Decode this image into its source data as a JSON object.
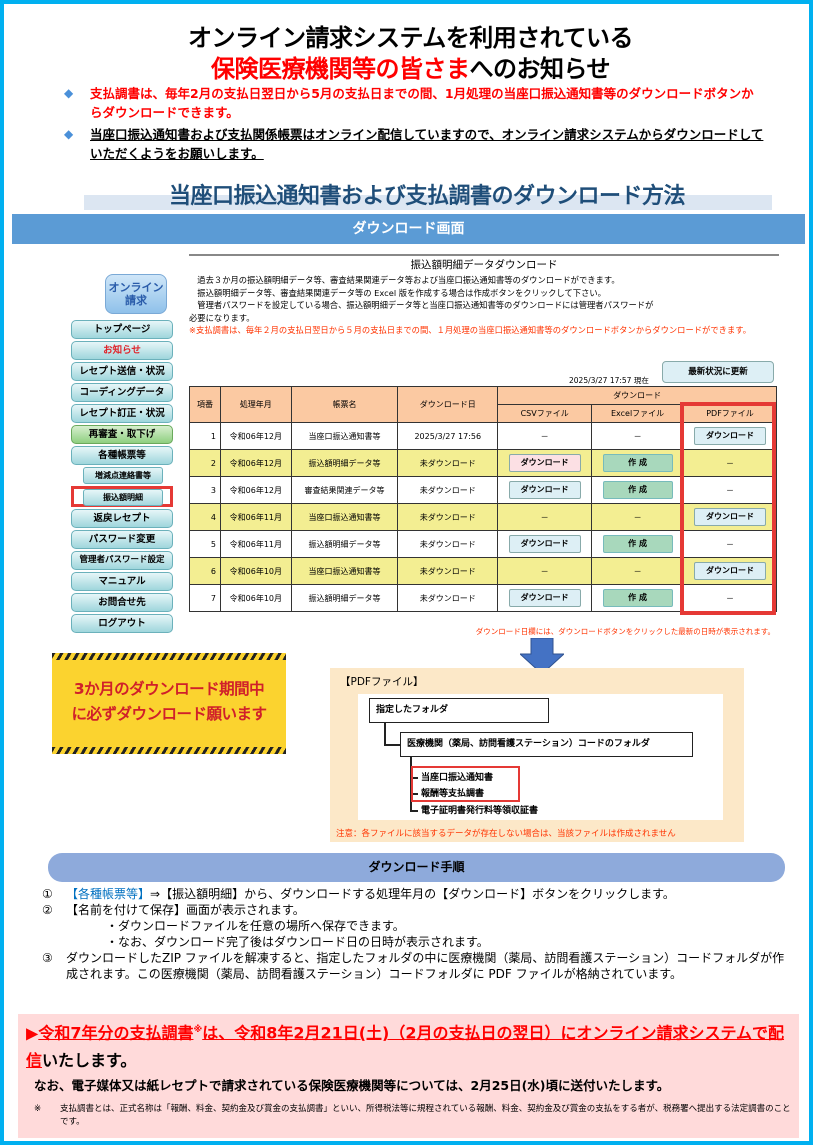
{
  "header": {
    "title_line1": "オンライン請求システムを利用されている",
    "title_line2_red": "保険医療機関等の皆さま",
    "title_line2_black": "へのお知らせ"
  },
  "bullets": [
    {
      "icon": "diamond-bullet-icon",
      "text": "支払調書は、毎年2月の支払日翌日から5月の支払日までの間、1月処理の当座口振込通知書等のダウンロードボタンからダウンロードできます。",
      "color": "#FF0000"
    },
    {
      "icon": "diamond-bullet-icon",
      "text": "当座口振込通知書および支払関係帳票はオンライン配信していますので、オンライン請求システムからダウンロードしていただくようをお願いします。",
      "underline": true
    }
  ],
  "method_title": "当座口振込通知書および支払調書のダウンロード方法",
  "download_screen_label": "ダウンロード画面",
  "sidebar": {
    "logo_line1": "オンライン",
    "logo_line2": "請求",
    "items": [
      {
        "label": "トップページ"
      },
      {
        "label": "お知らせ",
        "color": "#E0242B"
      },
      {
        "label": "レセプト送信・状況"
      },
      {
        "label": "コーディングデータ"
      },
      {
        "label": "レセプト訂正・状況"
      },
      {
        "label": "再審査・取下げ",
        "style": "green"
      },
      {
        "label": "各種帳票等"
      },
      {
        "label": "増減点連絡書等",
        "sub": true
      },
      {
        "label": "振込額明細",
        "sub": true,
        "highlighted": true
      },
      {
        "label": "返戻レセプト"
      },
      {
        "label": "パスワード変更"
      },
      {
        "label": "管理者パスワード設定"
      },
      {
        "label": "マニュアル"
      },
      {
        "label": "お問合せ先"
      },
      {
        "label": "ログアウト"
      }
    ]
  },
  "panel": {
    "title": "振込額明細データダウンロード",
    "desc1": "過去３か月の振込額明細データ等、審査結果関連データ等および当座口振込通知書等のダウンロードができます。",
    "desc2": "振込額明細データ等、審査結果関連データ等の Excel 版を作成する場合は作成ボタンをクリックして下さい。",
    "desc3": "管理者パスワードを設定している場合、振込額明細データ等と当座口振込通知書等のダウンロードには管理者パスワードが",
    "desc3b": "必要になります。",
    "note_mark": "※",
    "note": "支払調書は、毎年２月の支払日翌日から５月の支払日までの間、１月処理の当座口振込通知書等のダウンロードボタンからダウンロードができます。",
    "timestamp": "2025/3/27 17:57 現在",
    "refresh_button": "最新状況に更新",
    "footnote": "ダウンロード日欄には、ダウンロードボタンをクリックした最新の日時が表示されます。"
  },
  "table": {
    "headers": {
      "no": "項番",
      "period": "処理年月",
      "form": "帳票名",
      "download_date": "ダウンロード日",
      "download_group": "ダウンロード",
      "csv": "CSVファイル",
      "excel": "Excelファイル",
      "pdf": "PDFファイル"
    },
    "rows": [
      {
        "no": "1",
        "period": "令和06年12月",
        "form": "当座口振込通知書等",
        "date": "2025/3/27 17:56",
        "csv": "－",
        "excel": "－",
        "pdf": "ダウンロード",
        "bg": "white"
      },
      {
        "no": "2",
        "period": "令和06年12月",
        "form": "振込額明細データ等",
        "date": "未ダウンロード",
        "csv": "ダウンロード",
        "excel": "作 成",
        "pdf": "－",
        "bg": "yellow"
      },
      {
        "no": "3",
        "period": "令和06年12月",
        "form": "審査結果関連データ等",
        "date": "未ダウンロード",
        "csv": "ダウンロード",
        "excel": "作 成",
        "pdf": "－",
        "bg": "white"
      },
      {
        "no": "4",
        "period": "令和06年11月",
        "form": "当座口振込通知書等",
        "date": "未ダウンロード",
        "csv": "－",
        "excel": "－",
        "pdf": "ダウンロード",
        "bg": "yellow"
      },
      {
        "no": "5",
        "period": "令和06年11月",
        "form": "振込額明細データ等",
        "date": "未ダウンロード",
        "csv": "ダウンロード",
        "excel": "作 成",
        "pdf": "－",
        "bg": "white"
      },
      {
        "no": "6",
        "period": "令和06年10月",
        "form": "当座口振込通知書等",
        "date": "未ダウンロード",
        "csv": "－",
        "excel": "－",
        "pdf": "ダウンロード",
        "bg": "yellow"
      },
      {
        "no": "7",
        "period": "令和06年10月",
        "form": "振込額明細データ等",
        "date": "未ダウンロード",
        "csv": "ダウンロード",
        "excel": "作 成",
        "pdf": "－",
        "bg": "white"
      }
    ]
  },
  "warning_banner": {
    "line1": "3か月のダウンロード期間中",
    "line2": "に必ずダウンロード願います"
  },
  "pdf_diagram": {
    "label": "【PDFファイル】",
    "folder1": "指定したフォルダ",
    "folder2": "医療機関（薬局、訪問看護ステーション）コードのフォルダ",
    "files": [
      "当座口振込通知書",
      "報酬等支払調書",
      "電子証明書発行料等領収証書"
    ],
    "caution": "注意：各ファイルに該当するデータが存在しない場合は、当該ファイルは作成されません"
  },
  "procedure": {
    "title": "ダウンロード手順",
    "step1_num": "①",
    "step1_link": "【各種帳票等】",
    "step1_rest": "⇒【振込額明細】から、ダウンロードする処理年月の【ダウンロード】ボタンをクリックします。",
    "step2_num": "②",
    "step2": "【名前を付けて保存】画面が表示されます。",
    "step2_sub1": "・ダウンロードファイルを任意の場所へ保存できます。",
    "step2_sub2": "・なお、ダウンロード完了後はダウンロード日の日時が表示されます。",
    "step3_num": "③",
    "step3": "ダウンロードしたZIP ファイルを解凍すると、指定したフォルダの中に医療機関（薬局、訪問看護ステーション）コードフォルダが作成されます。この医療機関（薬局、訪問看護ステーション）コードフォルダに PDF ファイルが格納されています。"
  },
  "notice": {
    "arrow": "▶",
    "line1a": "令和7年分の支払調書",
    "line1_sup": "※",
    "line1b": "は、令和8年2月21日(土)（2月の支払日の翌日）にオンライン請求システムで配信",
    "line1c": "いたします。",
    "line2": "なお、電子媒体又は紙レセプトで請求されている保険医療機関等については、2月25日(水)頃に送付いたします。",
    "footnote_mark": "※",
    "footnote": "支払調書とは、正式名称は「報酬、料金、契約金及び賞金の支払調書」といい、所得税法等に規程されている報酬、料金、契約金及び賞金の支払をする者が、税務署へ提出する法定調書のことです。"
  },
  "colors": {
    "frame": "#00B0F0",
    "red": "#FF0000",
    "header_bar": "#5B9BD5",
    "procedure_bar": "#8EAADB",
    "notice_bg": "#FFDADA",
    "table_header": "#FBC9A2",
    "row_yellow": "#F3EE92"
  }
}
